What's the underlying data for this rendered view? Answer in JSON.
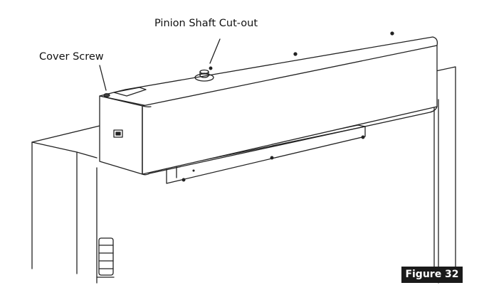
{
  "callouts": {
    "pinion_shaft": "Pinion Shaft Cut-out",
    "cover_screw": "Cover Screw"
  },
  "figure_label": "Figure 32"
}
